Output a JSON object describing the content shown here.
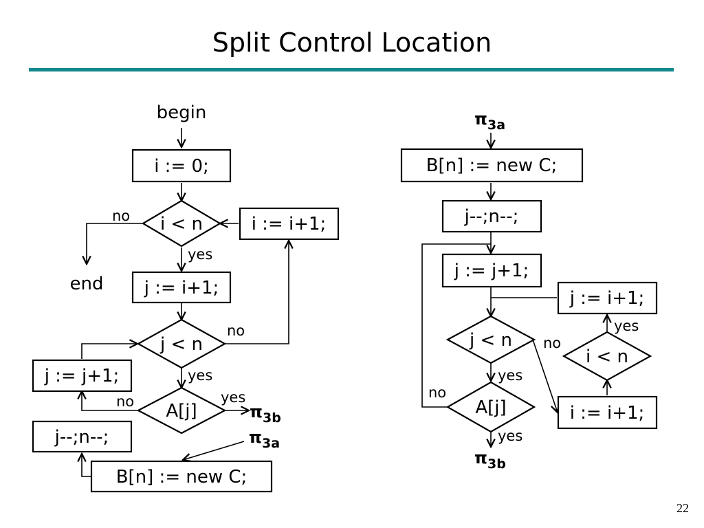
{
  "slide": {
    "title": "Split Control Location",
    "page_number": "22"
  },
  "diagram": {
    "left": {
      "begin": "begin",
      "end": "end",
      "init_i": "i := 0;",
      "cond_i": "i < n",
      "inc_i": "i := i+1;",
      "init_j": "j := i+1;",
      "cond_j": "j < n",
      "inc_j": "j := j+1;",
      "cond_a": "A[j]",
      "dec_jn": "j--;n--;",
      "alloc": "B[n] := new C;",
      "label_no_1": "no",
      "label_yes_1": "yes",
      "label_no_2": "no",
      "label_yes_2": "yes",
      "label_no_3": "no",
      "label_yes_3": "yes",
      "pi_out": {
        "symbol": "π",
        "sub": "3b"
      },
      "pi_in": {
        "symbol": "π",
        "sub": "3a"
      }
    },
    "right": {
      "pi_top": {
        "symbol": "π",
        "sub": "3a"
      },
      "alloc": "B[n] := new C;",
      "dec_jn": "j--;n--;",
      "inc_j": "j := j+1;",
      "cond_j": "j < n",
      "cond_a": "A[j]",
      "inc_i_top": "j := i+1;",
      "cond_i": "i < n",
      "inc_i_bottom": "i := i+1;",
      "label_yes_ij": "yes",
      "label_no_j": "no",
      "label_yes_j": "yes",
      "label_no_a": "no",
      "label_yes_a": "yes",
      "pi_bottom": {
        "symbol": "π",
        "sub": "3b"
      }
    }
  }
}
